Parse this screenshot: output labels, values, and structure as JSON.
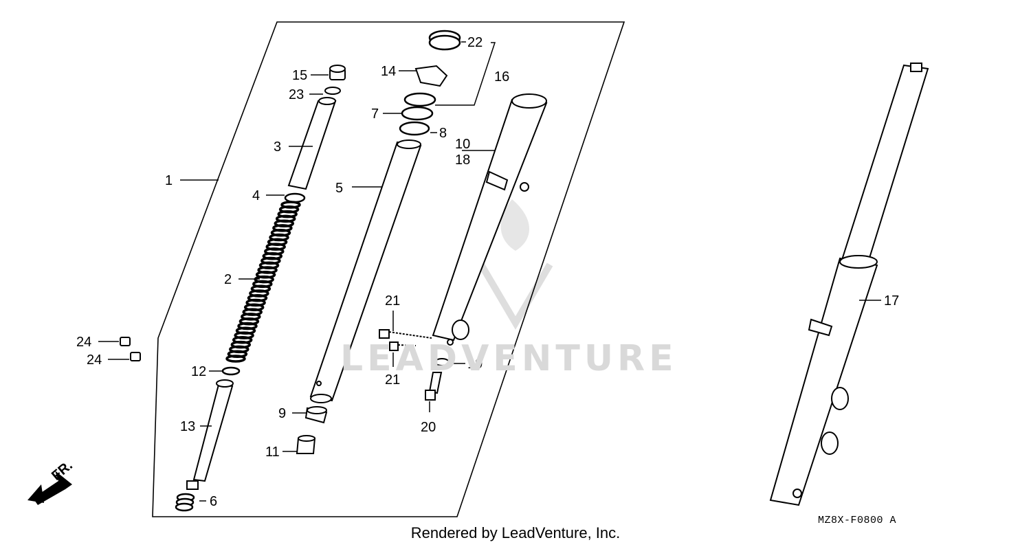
{
  "diagram": {
    "callouts": [
      {
        "id": "c1",
        "text": "1"
      },
      {
        "id": "c2",
        "text": "2"
      },
      {
        "id": "c3",
        "text": "3"
      },
      {
        "id": "c4",
        "text": "4"
      },
      {
        "id": "c5",
        "text": "5"
      },
      {
        "id": "c6",
        "text": "6"
      },
      {
        "id": "c7",
        "text": "7"
      },
      {
        "id": "c8",
        "text": "8"
      },
      {
        "id": "c9",
        "text": "9"
      },
      {
        "id": "c10",
        "text": "10"
      },
      {
        "id": "c11",
        "text": "11"
      },
      {
        "id": "c12",
        "text": "12"
      },
      {
        "id": "c13",
        "text": "13"
      },
      {
        "id": "c14",
        "text": "14"
      },
      {
        "id": "c15",
        "text": "15"
      },
      {
        "id": "c16",
        "text": "16"
      },
      {
        "id": "c17",
        "text": "17"
      },
      {
        "id": "c18",
        "text": "18"
      },
      {
        "id": "c19",
        "text": "19"
      },
      {
        "id": "c20",
        "text": "20"
      },
      {
        "id": "c21a",
        "text": "21"
      },
      {
        "id": "c21b",
        "text": "21"
      },
      {
        "id": "c22",
        "text": "22"
      },
      {
        "id": "c23",
        "text": "23"
      },
      {
        "id": "c24a",
        "text": "24"
      },
      {
        "id": "c24b",
        "text": "24"
      }
    ],
    "direction_label": "FR.",
    "diagram_code": "MZ8X-F0800 A",
    "watermark": "LEADVENTURE",
    "footer": "Rendered by LeadVenture, Inc."
  }
}
